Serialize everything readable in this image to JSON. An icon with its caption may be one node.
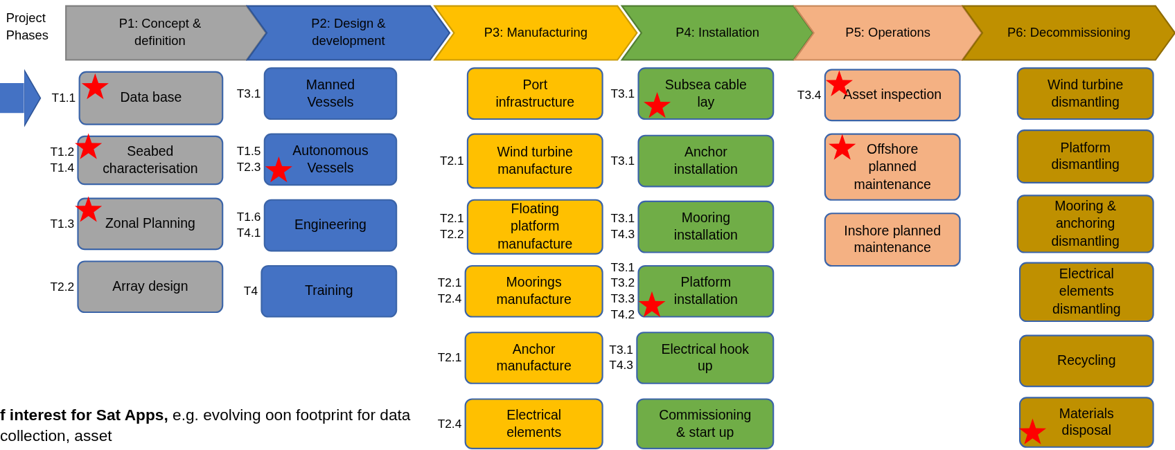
{
  "diagram": {
    "nodes": [
      {
        "text": [
          "P1: Concept & definition"
        ]
      },
      {
        "text": [
          "P2: Design & development"
        ]
      },
      {
        "text": [
          "P3: Manufacturing"
        ]
      },
      {
        "text": [
          "P4: Installation"
        ]
      },
      {
        "text": [
          "P5: Operations"
        ]
      },
      {
        "text": [
          "P6: Decommissioning"
        ]
      },
      {
        "text": [
          "Data base"
        ],
        "beside": [
          "T1.1"
        ]
      },
      {
        "text": [
          "Seabed characterisation"
        ],
        "beside": [
          "T1.2",
          "T1.4"
        ]
      },
      {
        "text": [
          "Zonal Planning"
        ],
        "beside": [
          "T1.3"
        ]
      },
      {
        "text": [
          "Array design"
        ],
        "beside": [
          "T2.2"
        ]
      },
      {
        "text": [
          "Manned Vessels"
        ],
        "beside": [
          "T3.1"
        ]
      },
      {
        "text": [
          "Autonomous Vessels"
        ],
        "beside": [
          "T1.5",
          "T2.3"
        ]
      },
      {
        "text": [
          "Engineering"
        ],
        "beside": [
          "T1.6",
          "T4.1"
        ]
      },
      {
        "text": [
          "Training"
        ],
        "beside": [
          "T4"
        ]
      },
      {
        "text": [
          "Port infrastructure"
        ]
      },
      {
        "text": [
          "Wind turbine manufacture"
        ],
        "beside": [
          "T2.1"
        ]
      },
      {
        "text": [
          "Floating platform manufacture"
        ],
        "beside": [
          "T2.1",
          "T2.2"
        ]
      },
      {
        "text": [
          "Moorings manufacture"
        ],
        "beside": [
          "T2.1",
          "T2.4"
        ]
      },
      {
        "text": [
          "Anchor manufacture"
        ],
        "beside": [
          "T2.1"
        ]
      },
      {
        "text": [
          "Electrical elements"
        ],
        "beside": [
          "T2.4"
        ]
      },
      {
        "text": [
          "Subsea cable lay"
        ],
        "beside": [
          "T3.1"
        ]
      },
      {
        "text": [
          "Anchor installation"
        ],
        "beside": [
          "T3.1"
        ]
      },
      {
        "text": [
          "Mooring installation"
        ],
        "beside": [
          "T3.1",
          "T4.3"
        ]
      },
      {
        "text": [
          "Platform installation"
        ],
        "beside": [
          "T3.1",
          "T3.2",
          "T3.3",
          "T4.2"
        ]
      },
      {
        "text": [
          "Electrical hook up"
        ],
        "beside": [
          "T3.1",
          "T4.3"
        ]
      },
      {
        "text": [
          "Commissioning & start up"
        ]
      },
      {
        "text": [
          "Asset inspection"
        ],
        "beside": [
          "T3.4"
        ]
      },
      {
        "text": [
          "Offshore planned maintenance"
        ]
      },
      {
        "text": [
          "Inshore planned maintenance"
        ]
      },
      {
        "text": [
          "Wind turbine dismantling"
        ]
      },
      {
        "text": [
          "Platform dismantling"
        ]
      },
      {
        "text": [
          "Mooring & anchoring dismantling"
        ]
      },
      {
        "text": [
          "Electrical elements dismantling"
        ]
      },
      {
        "text": [
          "Recycling"
        ]
      },
      {
        "text": [
          "Materials disposal"
        ]
      }
    ],
    "edges": [
      {
        "from": null,
        "to": 6,
        "arrow": "to"
      }
    ],
    "labels": [
      "Project Phases",
      "**f interest for Sat Apps,** e.g. evolving oon footprint for data collection, asset"
    ]
  }
}
